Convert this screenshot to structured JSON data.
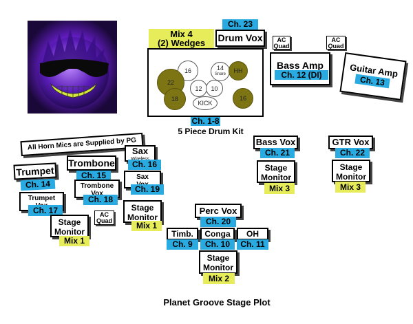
{
  "colors": {
    "channel": "#29abe2",
    "mix": "#e7ec5a",
    "drum_fill": "#7d7414"
  },
  "logo": {
    "icon": "purple-planet-with-sunglasses-logo"
  },
  "drum_kit": {
    "mix_line1": "Mix 4",
    "mix_line2": "(2) Wedges",
    "drum_vox": "Drum Vox",
    "drum_vox_ch": "Ch. 23",
    "kit_ch": "Ch. 1-8",
    "kit_label": "5 Piece Drum Kit",
    "drums": {
      "d16a": "16",
      "d14": "14",
      "snare": "Snare",
      "hh": "HH",
      "d22": "22",
      "d12": "12",
      "d10": "10",
      "d18": "18",
      "kick": "KICK",
      "d16b": "16"
    }
  },
  "ac_quad": {
    "line1": "AC",
    "line2": "Quad"
  },
  "bass_amp": {
    "label": "Bass Amp",
    "ch": "Ch. 12 (DI)"
  },
  "guitar_amp": {
    "label": "Guitar Amp",
    "ch": "Ch. 13"
  },
  "horn_note": "All Horn Mics are Supplied by PG",
  "trumpet": {
    "label": "Trumpet",
    "ch": "Ch. 14"
  },
  "trumpet_vox": {
    "line1": "Trumpet",
    "line2": "Vox",
    "ch": "Ch. 17"
  },
  "trombone": {
    "label": "Trombone",
    "ch": "Ch. 15"
  },
  "trombone_vox": {
    "line1": "Trombone",
    "line2": "Vox",
    "ch": "Ch. 18"
  },
  "sax": {
    "label": "Sax",
    "sub": "Wireless",
    "ch": "Ch. 16"
  },
  "sax_vox": {
    "line1": "Sax",
    "line2": "Vox",
    "ch": "Ch. 19"
  },
  "stage_monitor": {
    "line1": "Stage",
    "line2": "Monitor"
  },
  "mix1": "Mix 1",
  "mix2": "Mix 2",
  "mix3": "Mix 3",
  "bass_vox": {
    "label": "Bass Vox",
    "ch": "Ch. 21"
  },
  "gtr_vox": {
    "label": "GTR Vox",
    "ch": "Ch. 22"
  },
  "perc_vox": {
    "label": "Perc Vox",
    "ch": "Ch. 20"
  },
  "timb": {
    "label": "Timb.",
    "ch": "Ch. 9"
  },
  "conga": {
    "label": "Conga",
    "ch": "Ch. 10"
  },
  "oh": {
    "label": "OH",
    "ch": "Ch. 11"
  },
  "footer_title": "Planet Groove Stage Plot"
}
